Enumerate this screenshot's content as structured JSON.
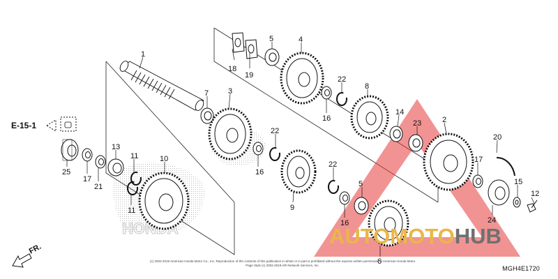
{
  "diagram": {
    "part_labels": [
      "1",
      "2",
      "3",
      "4",
      "5",
      "5",
      "6",
      "7",
      "8",
      "9",
      "10",
      "11",
      "11",
      "12",
      "13",
      "14",
      "15",
      "16",
      "16",
      "16",
      "17",
      "17",
      "18",
      "19",
      "20",
      "21",
      "22",
      "22",
      "22",
      "23",
      "24",
      "25"
    ],
    "reference": {
      "label": "E-15-1"
    },
    "direction": {
      "label": "FR."
    },
    "watermark": {
      "part1": "AUTO",
      "part2": "MOTO",
      "part3": "HUB",
      "color_gold": "#e9b64a",
      "color_gray": "#707070",
      "color_red": "#e53a3a"
    },
    "copyright": {
      "line1": "(c) 2002-2019 American Honda Motor Co., Inc. Reproduction of the contents of this publication in whole or in part is prohibited without the express written permission of American Honda Motor Co., Inc. No part of this",
      "line2": "Page Style (c) 2002-2019 ARI Network Services, Inc."
    },
    "figure_code": "MGH4E1720"
  }
}
